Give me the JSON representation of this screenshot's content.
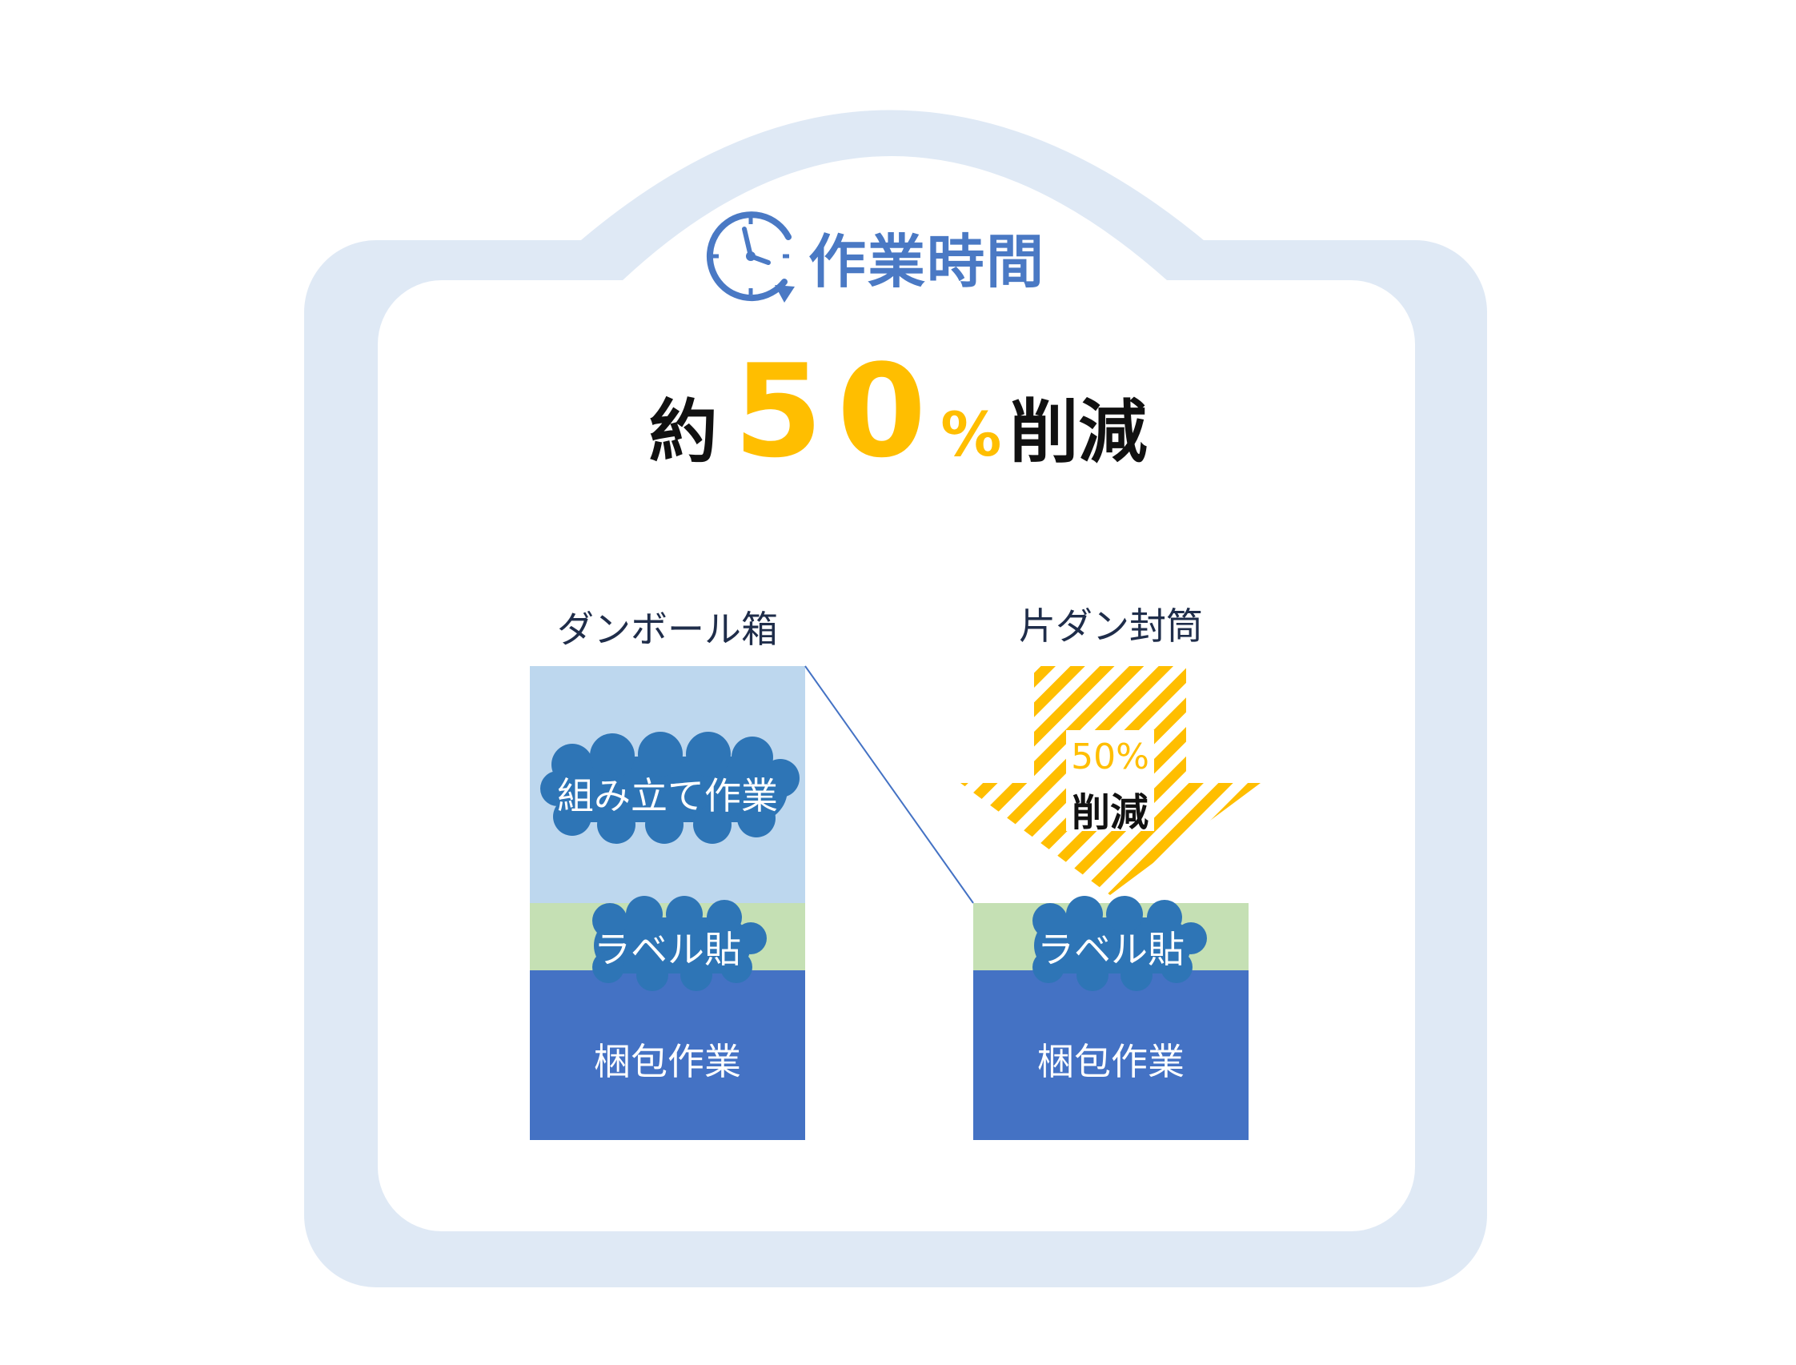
{
  "header": {
    "title": "作業時間",
    "icon": "clock-icon"
  },
  "headline": {
    "prefix": "約",
    "value": "50",
    "unit": "%",
    "suffix": "削減"
  },
  "columns": [
    {
      "title": "ダンボール箱",
      "segments": [
        {
          "label": "組み立て作業"
        },
        {
          "label": "ラベル貼"
        },
        {
          "label": "梱包作業"
        }
      ]
    },
    {
      "title": "片ダン封筒",
      "segments": [
        {
          "label": "ラベル貼"
        },
        {
          "label": "梱包作業"
        }
      ]
    }
  ],
  "arrow": {
    "value": "50%",
    "label": "削減",
    "icon": "down-arrow-icon"
  },
  "colors": {
    "frame": "#dfe9f5",
    "accent": "#ffbe00",
    "title_blue": "#4a79c4",
    "assembly": "#bdd7ee",
    "label_green": "#c5e0b4",
    "packing": "#4472c4",
    "cloud": "#2e75b6"
  }
}
